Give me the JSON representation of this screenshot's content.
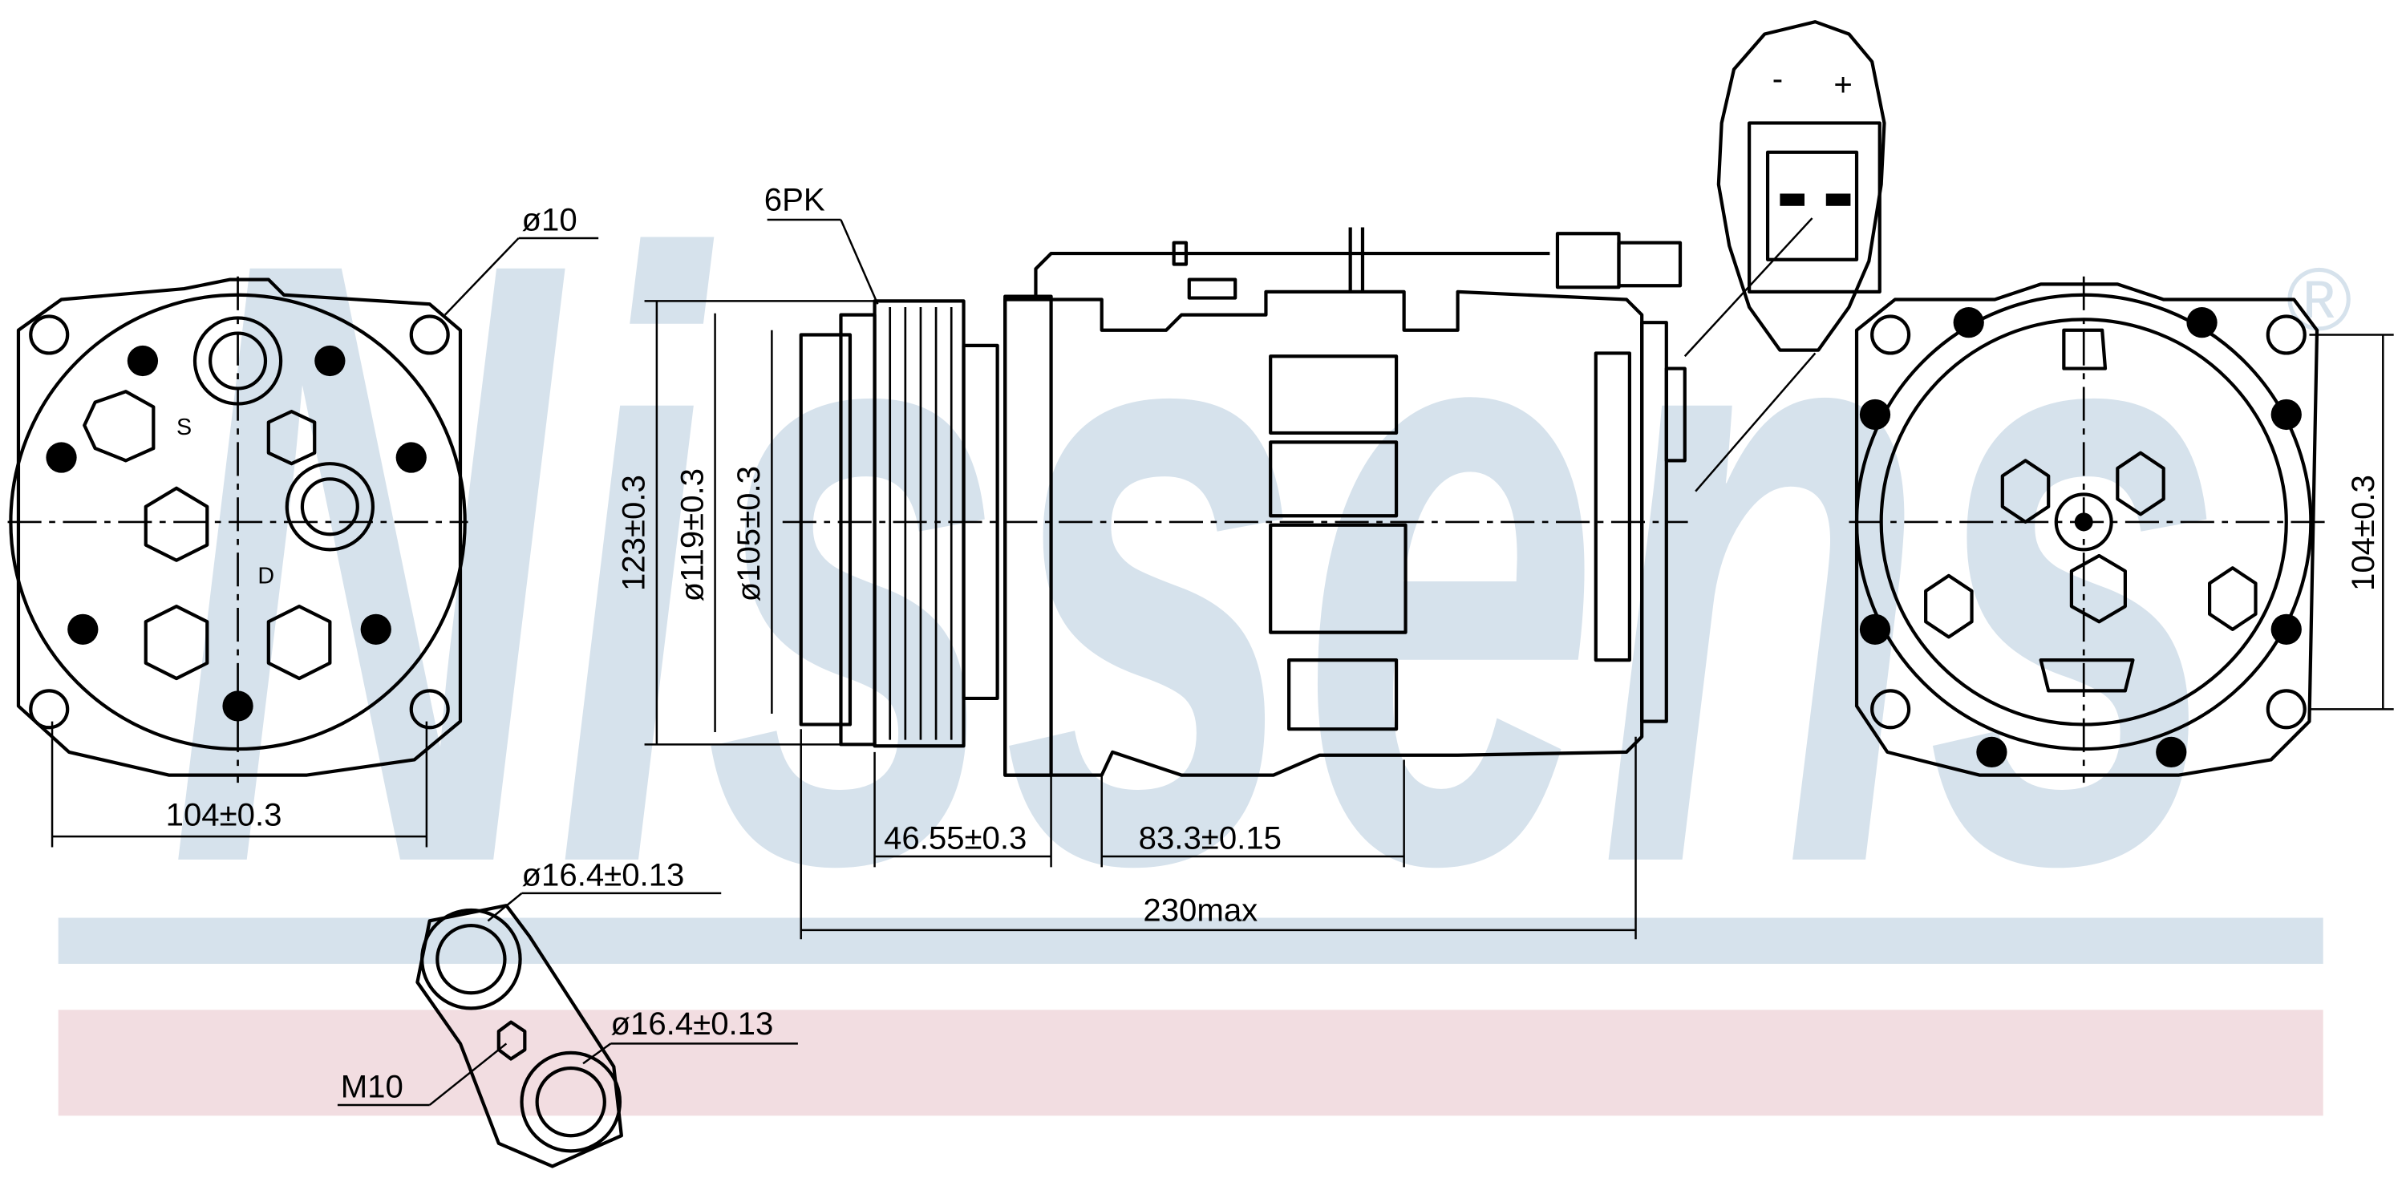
{
  "brand": {
    "watermark": "Nissens",
    "registered": "®"
  },
  "colors": {
    "watermark": "#d6e2ec",
    "band_blue": "#d6e2ec",
    "band_pink": "#f2dde1"
  },
  "left_view": {
    "hole_label": "ø10",
    "suction_label": "S",
    "discharge_label": "D",
    "width_dim": "104±0.3"
  },
  "side_view": {
    "pulley_label": "6PK",
    "dia_outer": "123±0.3",
    "dia_119": "ø119±0.3",
    "dia_105": "ø105±0.3",
    "dim_46": "46.55±0.3",
    "dim_83": "83.3±0.15",
    "overall_length": "230max"
  },
  "connector": {
    "minus": "-",
    "plus": "+"
  },
  "right_view": {
    "height_dim": "104±0.3"
  },
  "port_detail": {
    "port_1": "ø16.4±0.13",
    "port_2": "ø16.4±0.13",
    "thread": "M10"
  }
}
